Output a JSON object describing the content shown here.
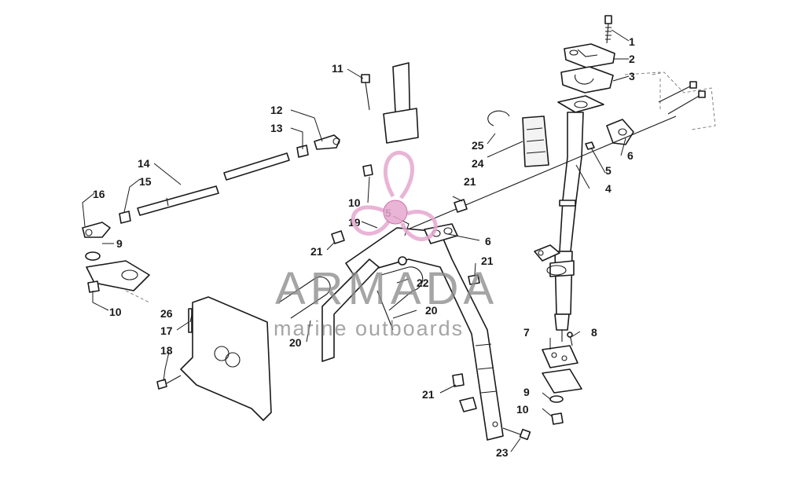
{
  "watermark": {
    "brand": "ARMADA",
    "tagline": "marine outboards",
    "logo_color": "#e6a8cf",
    "logo_dark": "#c55a9d",
    "text_color": "#8a8a8a"
  },
  "callouts": [
    {
      "id": "c1",
      "label": "1"
    },
    {
      "id": "c2",
      "label": "2"
    },
    {
      "id": "c3",
      "label": "3"
    },
    {
      "id": "c4",
      "label": "4"
    },
    {
      "id": "c5a",
      "label": "5"
    },
    {
      "id": "c5b",
      "label": "5"
    },
    {
      "id": "c6a",
      "label": "6"
    },
    {
      "id": "c6b",
      "label": "6"
    },
    {
      "id": "c7",
      "label": "7"
    },
    {
      "id": "c8",
      "label": "8"
    },
    {
      "id": "c9a",
      "label": "9"
    },
    {
      "id": "c9b",
      "label": "9"
    },
    {
      "id": "c10a",
      "label": "10"
    },
    {
      "id": "c10b",
      "label": "10"
    },
    {
      "id": "c10c",
      "label": "10"
    },
    {
      "id": "c11",
      "label": "11"
    },
    {
      "id": "c12",
      "label": "12"
    },
    {
      "id": "c13",
      "label": "13"
    },
    {
      "id": "c14",
      "label": "14"
    },
    {
      "id": "c15",
      "label": "15"
    },
    {
      "id": "c16",
      "label": "16"
    },
    {
      "id": "c17",
      "label": "17"
    },
    {
      "id": "c18",
      "label": "18"
    },
    {
      "id": "c19",
      "label": "19"
    },
    {
      "id": "c20a",
      "label": "20"
    },
    {
      "id": "c20b",
      "label": "20"
    },
    {
      "id": "c21a",
      "label": "21"
    },
    {
      "id": "c21b",
      "label": "21"
    },
    {
      "id": "c21c",
      "label": "21"
    },
    {
      "id": "c21d",
      "label": "21"
    },
    {
      "id": "c22",
      "label": "22"
    },
    {
      "id": "c23",
      "label": "23"
    },
    {
      "id": "c24",
      "label": "24"
    },
    {
      "id": "c25",
      "label": "25"
    },
    {
      "id": "c26",
      "label": "26"
    }
  ]
}
